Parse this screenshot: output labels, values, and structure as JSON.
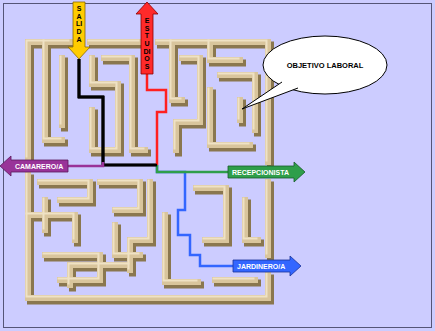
{
  "diagram": {
    "nodes": [
      {
        "text": [
          "SALIDA"
        ]
      },
      {
        "text": [
          "ESTUDIOS"
        ]
      },
      {
        "text": [
          "OBJETIVO LABORAL"
        ]
      },
      {
        "text": [
          "CAMARERO/A"
        ]
      },
      {
        "text": [
          "RECEPCIONISTA"
        ]
      },
      {
        "text": [
          "JARDINERO/A"
        ]
      }
    ],
    "edges": [
      {
        "from": 0,
        "to": 3,
        "arrow": "none"
      },
      {
        "from": 0,
        "to": 1,
        "arrow": "none"
      },
      {
        "from": 0,
        "to": 4,
        "arrow": "none"
      },
      {
        "from": 0,
        "to": 5,
        "arrow": "none"
      }
    ]
  }
}
